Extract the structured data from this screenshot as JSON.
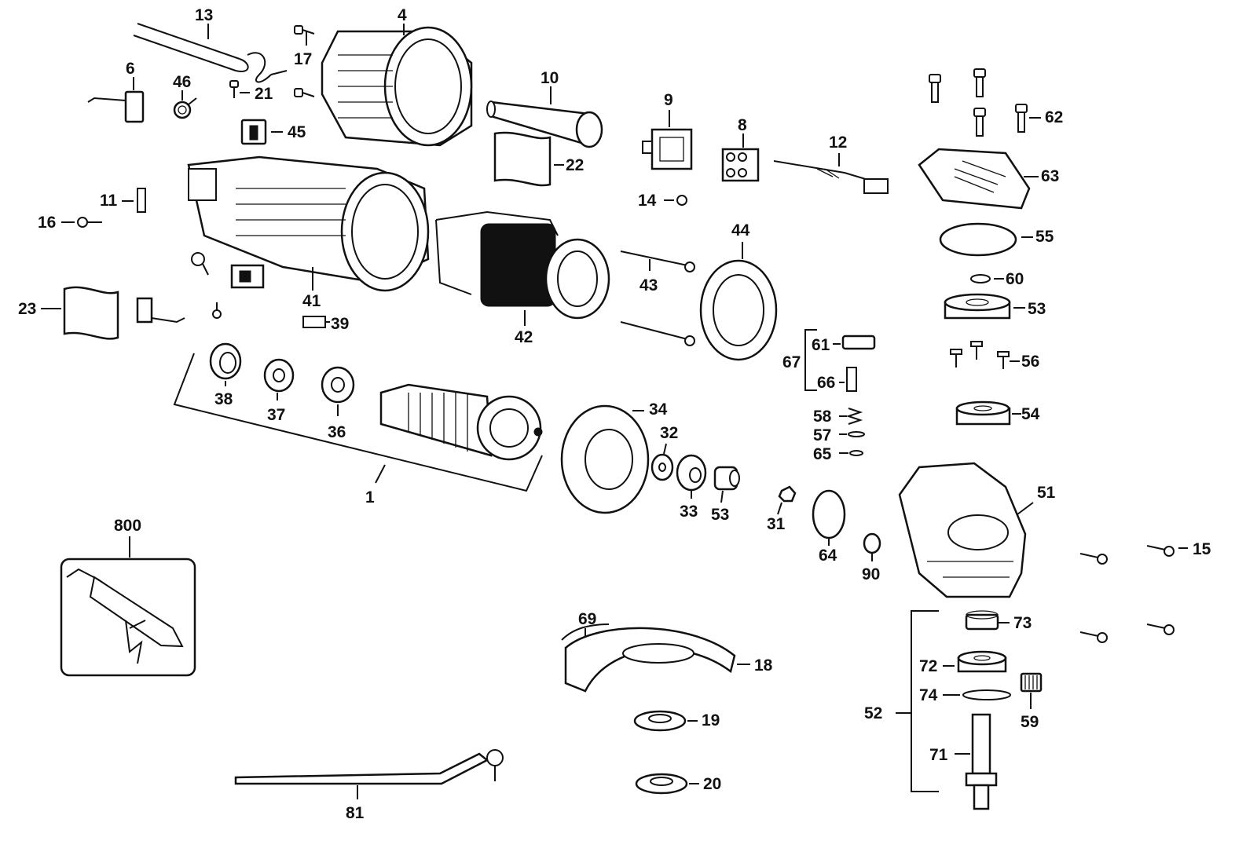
{
  "diagram": {
    "labels": [
      "13",
      "4",
      "17",
      "21",
      "6",
      "46",
      "45",
      "10",
      "9",
      "8",
      "12",
      "62",
      "63",
      "22",
      "14",
      "11",
      "16",
      "55",
      "44",
      "60",
      "43",
      "41",
      "53",
      "23",
      "39",
      "42",
      "61",
      "67",
      "56",
      "66",
      "38",
      "37",
      "36",
      "34",
      "58",
      "54",
      "57",
      "32",
      "65",
      "1",
      "33",
      "53",
      "31",
      "51",
      "64",
      "90",
      "15",
      "800",
      "73",
      "69",
      "18",
      "72",
      "74",
      "52",
      "59",
      "19",
      "71",
      "20",
      "81"
    ]
  }
}
